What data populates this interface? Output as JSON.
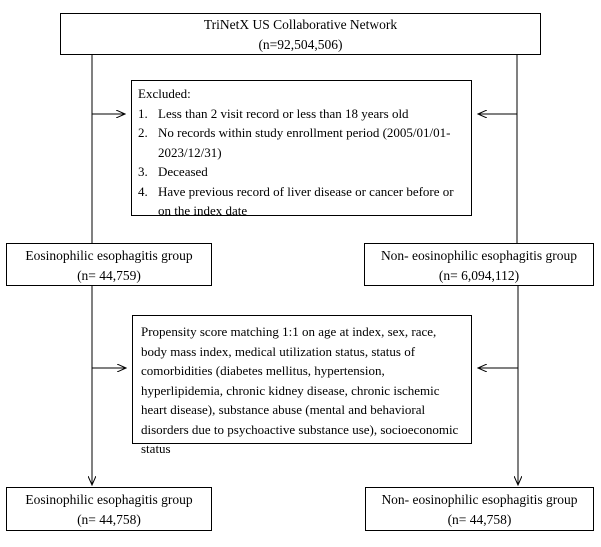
{
  "source": {
    "title": "TriNetX US Collaborative Network",
    "count": "(n=92,504,506)"
  },
  "exclusion": {
    "heading": "Excluded:",
    "items": [
      {
        "num": "1.",
        "text": "Less than 2 visit record or less than 18 years old"
      },
      {
        "num": "2.",
        "text": "No records within study enrollment period (2005/01/01-2023/12/31)"
      },
      {
        "num": "3.",
        "text": "Deceased"
      },
      {
        "num": "4.",
        "text": "Have previous record of liver disease or cancer before or on the index date"
      }
    ]
  },
  "groups_before": {
    "eoe": {
      "label": "Eosinophilic esophagitis group",
      "count": "(n= 44,759)"
    },
    "non_eoe": {
      "label": "Non- eosinophilic esophagitis group",
      "count": "(n= 6,094,112)"
    }
  },
  "matching": {
    "text": "Propensity score matching 1:1 on age at index, sex, race, body mass index, medical utilization status, status of comorbidities (diabetes mellitus, hypertension, hyperlipidemia, chronic kidney disease, chronic ischemic heart disease), substance abuse (mental and behavioral disorders due to psychoactive substance use), socioeconomic status"
  },
  "groups_after": {
    "eoe": {
      "label": "Eosinophilic esophagitis group",
      "count": "(n= 44,758)"
    },
    "non_eoe": {
      "label": "Non- eosinophilic esophagitis group",
      "count": "(n= 44,758)"
    }
  }
}
